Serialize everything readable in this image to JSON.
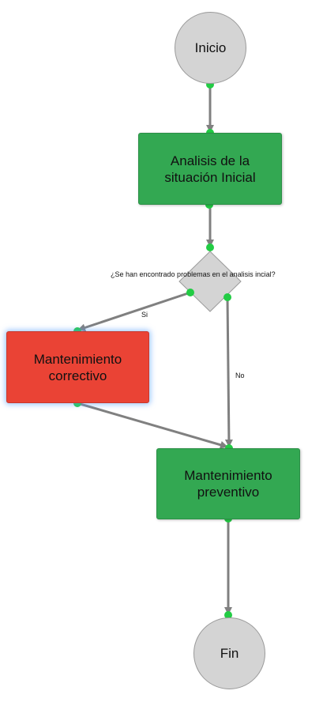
{
  "nodes": {
    "start": "Inicio",
    "analysis": "Analisis de la situación Inicial",
    "decision": "¿Se han encontrado problemas en el analisis incial?",
    "corrective": "Mantenimiento correctivo",
    "preventive": "Mantenimiento preventivo",
    "end": "Fin"
  },
  "edges": {
    "yes": "Si",
    "no": "No"
  },
  "colors": {
    "process": "#33a852",
    "highlight": "#ea4335",
    "terminal": "#d4d4d4",
    "connector": "#22cc44",
    "edge": "#808080"
  }
}
